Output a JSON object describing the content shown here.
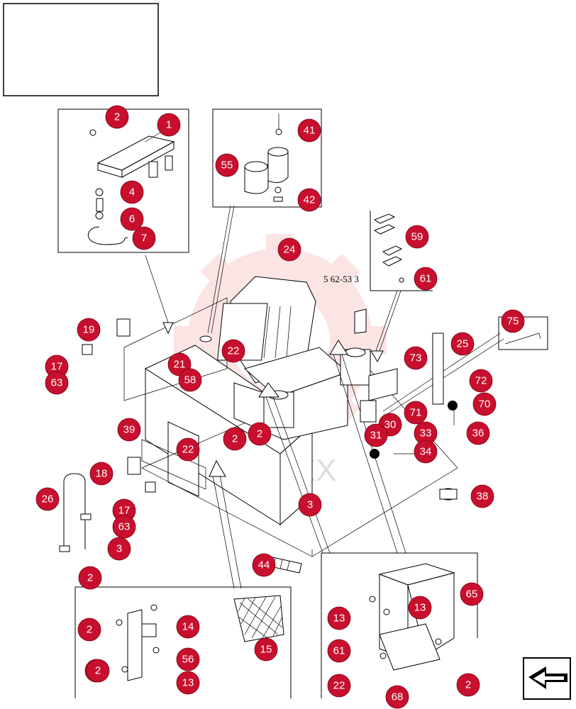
{
  "watermark_text": "ИНТЕХ",
  "reference_label": "5 62-53 3",
  "colors": {
    "callout_fill": "#c8102e",
    "watermark": "#f6b3b3"
  },
  "icons": {
    "corner": "arrow-left-icon",
    "watermark": "gear-icon"
  },
  "callouts": [
    {
      "id": "c-2a",
      "label": "2"
    },
    {
      "id": "c-1",
      "label": "1"
    },
    {
      "id": "c-4",
      "label": "4"
    },
    {
      "id": "c-6",
      "label": "6"
    },
    {
      "id": "c-7",
      "label": "7"
    },
    {
      "id": "c-41",
      "label": "41"
    },
    {
      "id": "c-55",
      "label": "55"
    },
    {
      "id": "c-42",
      "label": "42"
    },
    {
      "id": "c-59",
      "label": "59"
    },
    {
      "id": "c-61a",
      "label": "61"
    },
    {
      "id": "c-24",
      "label": "24"
    },
    {
      "id": "c-75",
      "label": "75"
    },
    {
      "id": "c-19",
      "label": "19"
    },
    {
      "id": "c-17a",
      "label": "17"
    },
    {
      "id": "c-63a",
      "label": "63"
    },
    {
      "id": "c-25",
      "label": "25"
    },
    {
      "id": "c-73",
      "label": "73"
    },
    {
      "id": "c-21",
      "label": "21"
    },
    {
      "id": "c-22a",
      "label": "22"
    },
    {
      "id": "c-58",
      "label": "58"
    },
    {
      "id": "c-72",
      "label": "72"
    },
    {
      "id": "c-70",
      "label": "70"
    },
    {
      "id": "c-71",
      "label": "71"
    },
    {
      "id": "c-30",
      "label": "30"
    },
    {
      "id": "c-31",
      "label": "31"
    },
    {
      "id": "c-33",
      "label": "33"
    },
    {
      "id": "c-36",
      "label": "36"
    },
    {
      "id": "c-34",
      "label": "34"
    },
    {
      "id": "c-39",
      "label": "39"
    },
    {
      "id": "c-22b",
      "label": "22"
    },
    {
      "id": "c-2b",
      "label": "2"
    },
    {
      "id": "c-2c",
      "label": "2"
    },
    {
      "id": "c-18",
      "label": "18"
    },
    {
      "id": "c-26",
      "label": "26"
    },
    {
      "id": "c-17b",
      "label": "17"
    },
    {
      "id": "c-63b",
      "label": "63"
    },
    {
      "id": "c-3a",
      "label": "3"
    },
    {
      "id": "c-3b",
      "label": "3"
    },
    {
      "id": "c-2d",
      "label": "2"
    },
    {
      "id": "c-38",
      "label": "38"
    },
    {
      "id": "c-44",
      "label": "44"
    },
    {
      "id": "c-65",
      "label": "65"
    },
    {
      "id": "c-13a",
      "label": "13"
    },
    {
      "id": "c-13b",
      "label": "13"
    },
    {
      "id": "c-2e",
      "label": "2"
    },
    {
      "id": "c-14",
      "label": "14"
    },
    {
      "id": "c-2f",
      "label": "2"
    },
    {
      "id": "c-15",
      "label": "15"
    },
    {
      "id": "c-61b",
      "label": "61"
    },
    {
      "id": "c-56",
      "label": "56"
    },
    {
      "id": "c-2g",
      "label": "2"
    },
    {
      "id": "c-13c",
      "label": "13"
    },
    {
      "id": "c-22c",
      "label": "22"
    },
    {
      "id": "c-68",
      "label": "68"
    },
    {
      "id": "c-2h",
      "label": "2"
    }
  ]
}
